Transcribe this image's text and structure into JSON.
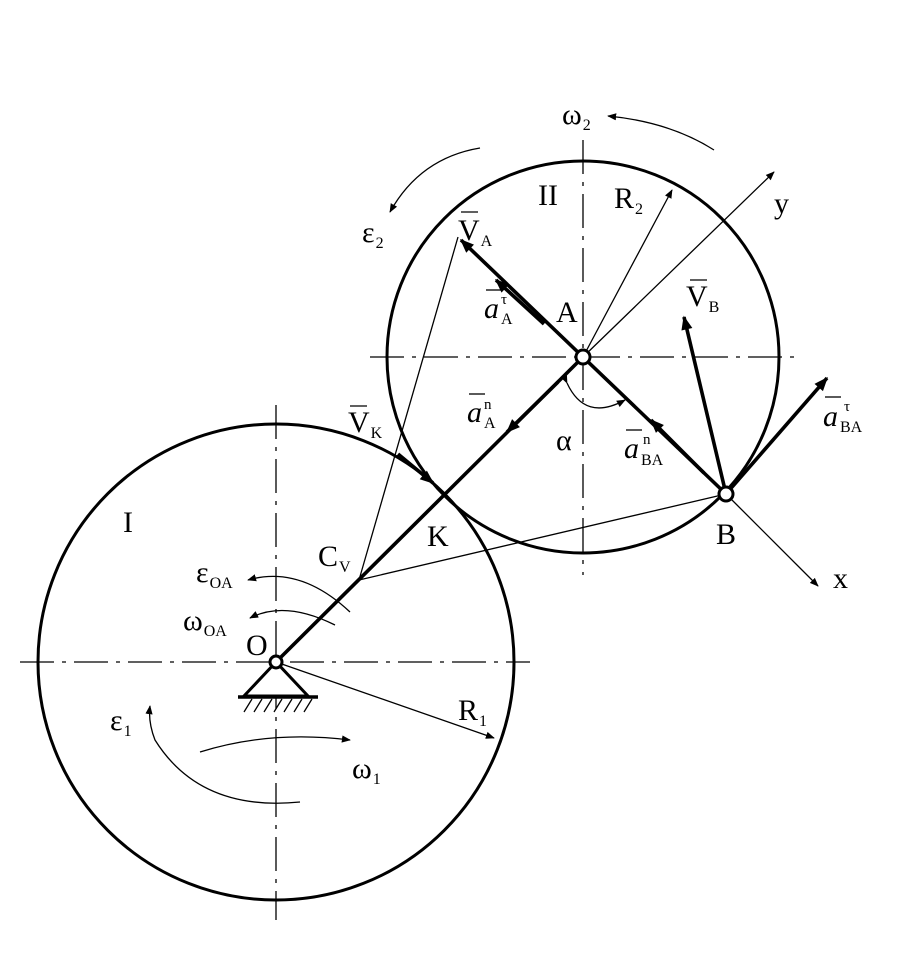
{
  "labels": {
    "wheel_1": "I",
    "wheel_2": "II",
    "point_o": "O",
    "point_a": "A",
    "point_b": "B",
    "point_k": "K",
    "point_cv": {
      "main": "C",
      "sub": "V"
    },
    "axis_x": "x",
    "axis_y": "y",
    "angle_alpha": "α",
    "r1": {
      "main": "R",
      "sub": "1"
    },
    "r2": {
      "main": "R",
      "sub": "2"
    },
    "omega_2": {
      "main": "ω",
      "sub": "2"
    },
    "epsilon_2": {
      "main": "ε",
      "sub": "2"
    },
    "omega_1": {
      "main": "ω",
      "sub": "1"
    },
    "epsilon_1": {
      "main": "ε",
      "sub": "1"
    },
    "omega_oa": {
      "main": "ω",
      "sub": "OA"
    },
    "epsilon_oa": {
      "main": "ε",
      "sub": "OA"
    },
    "v_a": {
      "main": "V",
      "sub": "A"
    },
    "v_b": {
      "main": "V",
      "sub": "B"
    },
    "v_k": {
      "main": "V",
      "sub": "K"
    },
    "a_a_tau": {
      "main": "a",
      "sub": "A",
      "sup": "τ"
    },
    "a_a_n": {
      "main": "a",
      "sub": "A",
      "sup": "n"
    },
    "a_ba_n": {
      "main": "a",
      "sub": "BA",
      "sup": "n"
    },
    "a_ba_tau": {
      "main": "a",
      "sub": "BA",
      "sup": "τ"
    }
  }
}
